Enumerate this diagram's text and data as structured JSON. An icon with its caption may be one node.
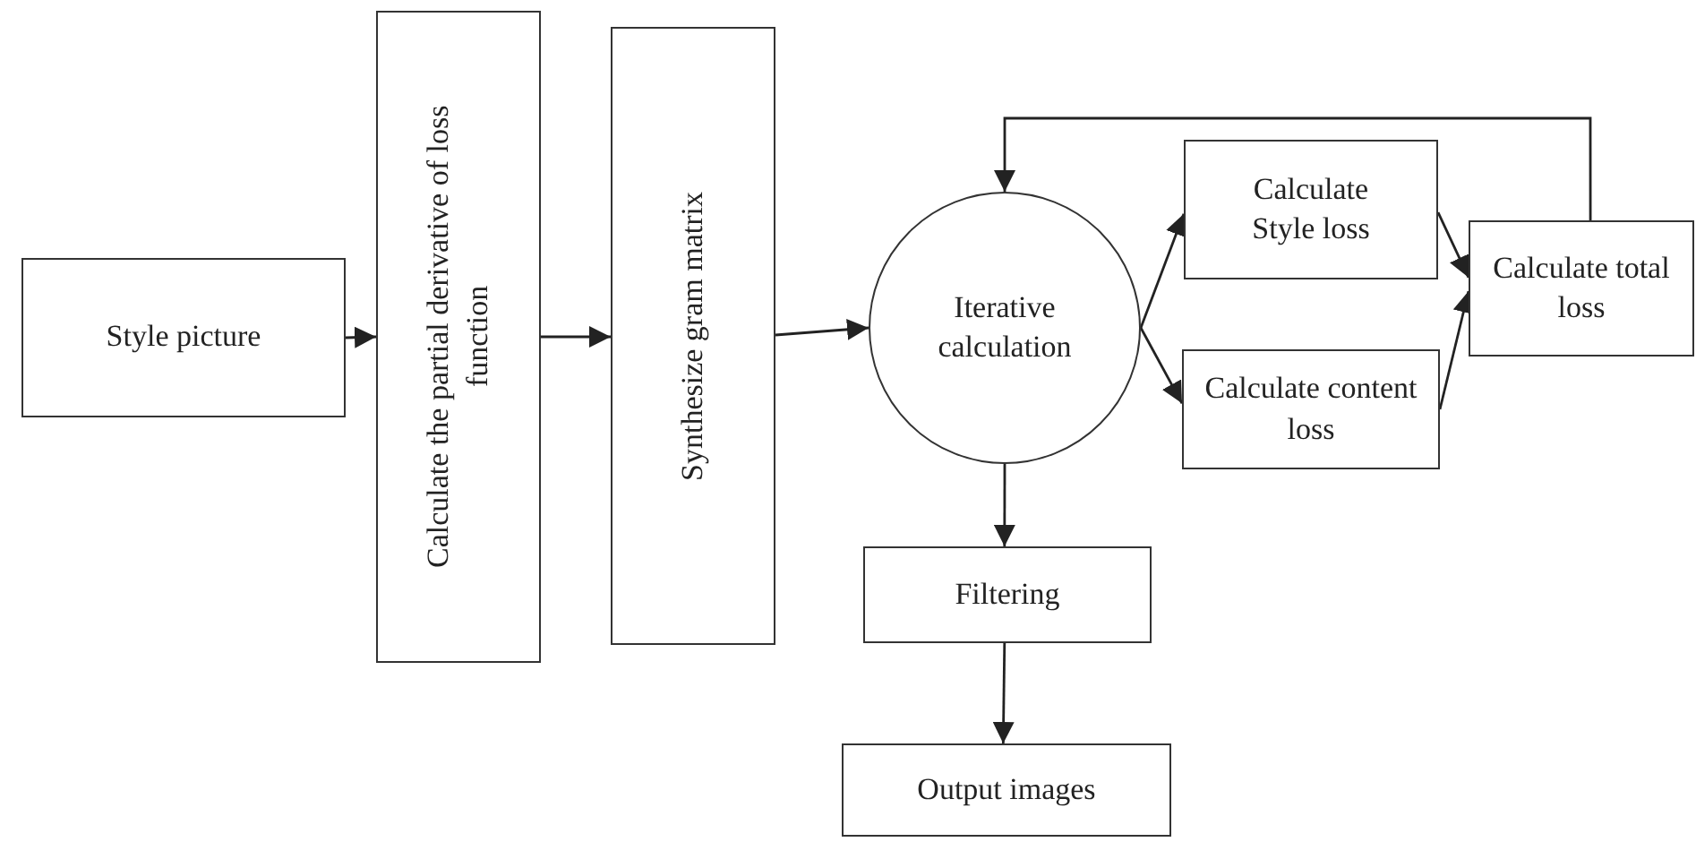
{
  "diagram": {
    "nodes": [
      {
        "text": [
          "Style picture"
        ]
      },
      {
        "text": [
          "Calculate the partial derivative of loss function"
        ]
      },
      {
        "text": [
          "Synthesize gram matrix"
        ]
      },
      {
        "text": [
          "Iterative calculation"
        ]
      },
      {
        "text": [
          "Calculate Style loss"
        ]
      },
      {
        "text": [
          "Calculate content loss"
        ]
      },
      {
        "text": [
          "Calculate total loss"
        ]
      },
      {
        "text": [
          "Filtering"
        ]
      },
      {
        "text": [
          "Output images"
        ]
      }
    ],
    "edges": [
      {
        "from": 0,
        "to": 1,
        "arrow": "to"
      },
      {
        "from": 1,
        "to": 2,
        "arrow": "to"
      },
      {
        "from": 2,
        "to": 3,
        "arrow": "to"
      },
      {
        "from": 3,
        "to": 4,
        "arrow": "to"
      },
      {
        "from": 3,
        "to": 5,
        "arrow": "to"
      },
      {
        "from": 4,
        "to": 6,
        "arrow": "to"
      },
      {
        "from": 5,
        "to": 6,
        "arrow": "to"
      },
      {
        "from": 6,
        "to": 3,
        "arrow": "to"
      },
      {
        "from": 3,
        "to": 7,
        "arrow": "to"
      },
      {
        "from": 7,
        "to": 8,
        "arrow": "to"
      }
    ]
  }
}
